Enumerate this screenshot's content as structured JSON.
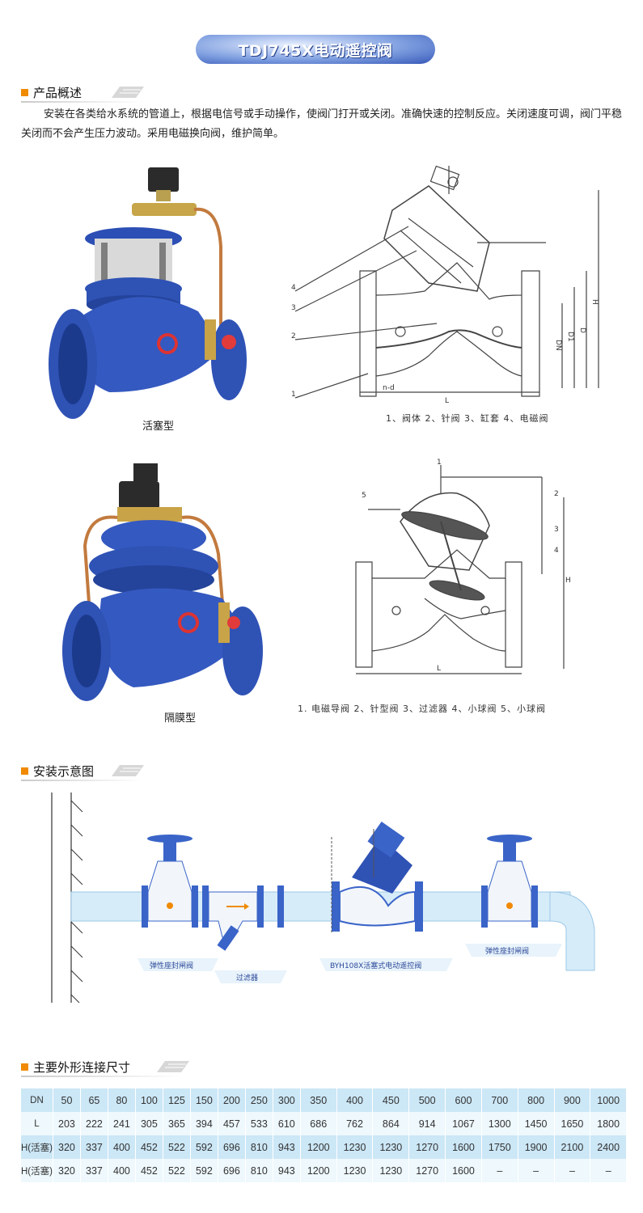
{
  "title": "TDJ745X电动遥控阀",
  "sections": {
    "overview": "产品概述",
    "install": "安装示意图",
    "dimensions": "主要外形连接尺寸"
  },
  "intro_text": "安装在各类给水系统的管道上，根据电信号或手动操作，使阀门打开或关闭。准确快速的控制反应。关闭速度可调，阀门平稳关闭而不会产生压力波动。采用电磁换向阀，维护简单。",
  "valve_piston": {
    "caption": "活塞型",
    "legend": "1、阀体  2、针阀  3、缸套  4、电磁阀",
    "callouts": [
      "4",
      "3",
      "2",
      "1"
    ],
    "dims": [
      "L",
      "n-d",
      "DN",
      "D1",
      "D",
      "H"
    ]
  },
  "valve_diaphragm": {
    "caption": "隔膜型",
    "legend": "1. 电磁导阀  2、针型阀  3、过滤器  4、小球阀  5、小球阀",
    "callouts": [
      "1",
      "2",
      "3",
      "4",
      "5"
    ],
    "dims": [
      "L",
      "H"
    ]
  },
  "install_labels": {
    "gate_valve_left": "弹性座封闸阀",
    "strainer": "过滤器",
    "control_valve": "BYH108X活塞式电动遥控阀",
    "gate_valve_right": "弹性座封闸阀"
  },
  "table": {
    "rows": [
      {
        "label": "DN",
        "cells": [
          "50",
          "65",
          "80",
          "100",
          "125",
          "150",
          "200",
          "250",
          "300",
          "350",
          "400",
          "450",
          "500",
          "600",
          "700",
          "800",
          "900",
          "1000"
        ]
      },
      {
        "label": "L",
        "cells": [
          "203",
          "222",
          "241",
          "305",
          "365",
          "394",
          "457",
          "533",
          "610",
          "686",
          "762",
          "864",
          "914",
          "1067",
          "1300",
          "1450",
          "1650",
          "1800"
        ]
      },
      {
        "label": "H(活塞)",
        "cells": [
          "320",
          "337",
          "400",
          "452",
          "522",
          "592",
          "696",
          "810",
          "943",
          "1200",
          "1230",
          "1230",
          "1270",
          "1600",
          "1750",
          "1900",
          "2100",
          "2400"
        ]
      },
      {
        "label": "H(活塞)",
        "cells": [
          "320",
          "337",
          "400",
          "452",
          "522",
          "592",
          "696",
          "810",
          "943",
          "1200",
          "1230",
          "1230",
          "1270",
          "1600",
          "–",
          "–",
          "–",
          "–"
        ]
      }
    ]
  },
  "colors": {
    "accent": "#f08a00",
    "valve_blue": "#2f52b5",
    "pipe_blue": "#cfe7f7",
    "table_dark": "#cce7f6",
    "table_light": "#eef8fd"
  }
}
